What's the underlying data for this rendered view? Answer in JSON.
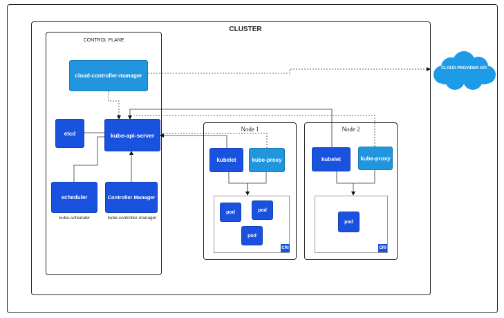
{
  "cluster": {
    "title": "CLUSTER"
  },
  "control_plane": {
    "title": "CONTROL PLANE",
    "cloud_controller_manager": "cloud-controller-manager",
    "etcd": "etcd",
    "kube_api_server": "kube-api-server",
    "scheduler": "scheduler",
    "scheduler_caption": "kube-scheduler",
    "controller_manager": "Controller Manager",
    "controller_manager_caption": "kube-controller-manager"
  },
  "node1": {
    "title": "Node 1",
    "kubelet": "kubelet",
    "kube_proxy": "kube-proxy",
    "pods": [
      "pod",
      "pod",
      "pod"
    ],
    "cri": "CRI"
  },
  "node2": {
    "title": "Node 2",
    "kubelet": "kubelet",
    "kube_proxy": "kube-proxy",
    "pods": [
      "pod"
    ],
    "cri": "CRI"
  },
  "cloud": {
    "label": "CLOUD PROVIDER API"
  },
  "colors": {
    "dark_blue": "#1a52e0",
    "light_blue": "#2196de",
    "cloud_blue": "#1e9be6"
  }
}
